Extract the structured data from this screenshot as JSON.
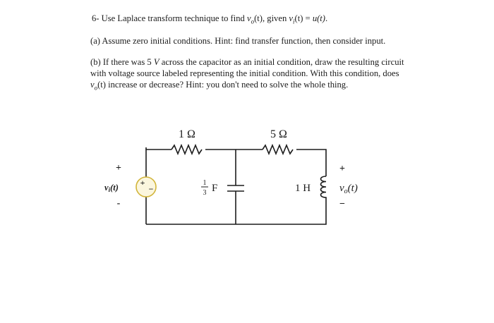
{
  "problem": {
    "number": "6-",
    "line1_prefix": "Use Laplace transform technique to find ",
    "line1_mid": ", given ",
    "v_o_symbol": "v",
    "v_o_sub": "o",
    "v_i_symbol": "v",
    "v_i_sub": "i",
    "t_arg": "(t)",
    "equals": " = ",
    "u_t": "u(t)",
    "line1_end": ".",
    "part_a": "(a) Assume zero initial conditions. Hint: find transfer function, then consider input.",
    "part_b_line1_prefix": "(b) If there was 5 ",
    "part_b_V": "V",
    "part_b_line1_suffix": " across the capacitor as an initial condition, draw the resulting circuit",
    "part_b_line2": "with voltage source labeled representing the initial condition. With this condition, does",
    "part_b_line3_suffix": " increase or decrease? Hint: you don't need to solve the whole thing."
  },
  "circuit": {
    "r1_label": "1 Ω",
    "r2_label": "5 Ω",
    "source_plus": "+",
    "source_minus": "-",
    "source_label_v": "v",
    "source_label_sub": "i",
    "source_label_t": "(t)",
    "source_symbol_plus": "+",
    "source_symbol_minus": "−",
    "cap_frac_num": "1",
    "cap_frac_den": "3",
    "cap_unit": "F",
    "inductor_label": "1 H",
    "out_plus": "+",
    "out_minus": "−",
    "out_label_v": "v",
    "out_label_sub": "o",
    "out_label_t": "(t)"
  }
}
